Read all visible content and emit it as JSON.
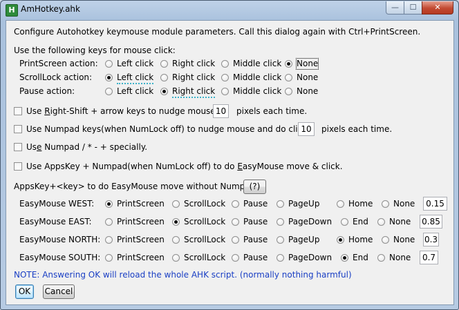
{
  "window": {
    "title": "AmHotkey.ahk",
    "app_icon_letter": "H",
    "controls": {
      "minimize": "—",
      "maximize": "☐",
      "close": "✕"
    }
  },
  "intro": "Configure Autohotkey keymouse module parameters. Call this dialog again with Ctrl+PrintScreen.",
  "mouse_keys": {
    "heading": "Use the following keys for mouse click:",
    "options": [
      "Left click",
      "Right click",
      "Middle click",
      "None"
    ],
    "rows": [
      {
        "label": "PrintScreen action:",
        "selected": 3
      },
      {
        "label": "ScrollLock action:",
        "selected": 0
      },
      {
        "label": "Pause action:",
        "selected": 1
      }
    ]
  },
  "checks": {
    "shift_nudge": {
      "pre": "Use ",
      "u": "R",
      "post": "ight-Shift + arrow keys to nudge mouse,",
      "value": "10",
      "suffix": "pixels each time.",
      "checked": false
    },
    "numpad_nudge": {
      "text": "Use Numpad keys(when NumLock off) to nudge mouse and do click,",
      "value": "10",
      "suffix": "pixels each time.",
      "checked": false
    },
    "numpad_special": {
      "pre": "Us",
      "u": "e",
      "post": " Numpad / * - + specially.",
      "checked": false
    },
    "appskey": {
      "pre": "Use AppsKey + Numpad(when NumLock off) to do ",
      "u": "E",
      "post": "asyMouse move & click.",
      "checked": false
    }
  },
  "appskey_line": {
    "text": "AppsKey+<key> to do EasyMouse move without Numpad:",
    "help_label": "(?)"
  },
  "easymouse": [
    {
      "label": "EasyMouse WEST:",
      "options": [
        "PrintScreen",
        "ScrollLock",
        "Pause",
        "PageUp",
        "Home",
        "None"
      ],
      "selected": 0,
      "value": "0.15"
    },
    {
      "label": "EasyMouse EAST:",
      "options": [
        "PrintScreen",
        "ScrollLock",
        "Pause",
        "PageDown",
        "End",
        "None"
      ],
      "selected": 1,
      "value": "0.85"
    },
    {
      "label": "EasyMouse NORTH:",
      "options": [
        "PrintScreen",
        "ScrollLock",
        "Pause",
        "PageUp",
        "Home",
        "None"
      ],
      "selected": 4,
      "value": "0.3"
    },
    {
      "label": "EasyMouse SOUTH:",
      "options": [
        "PrintScreen",
        "ScrollLock",
        "Pause",
        "PageDown",
        "End",
        "None"
      ],
      "selected": 4,
      "value": "0.7"
    }
  ],
  "note": "NOTE: Answering OK will reload the whole AHK script. (normally nothing harmful)",
  "buttons": {
    "ok": "OK",
    "cancel": "Cancel"
  }
}
